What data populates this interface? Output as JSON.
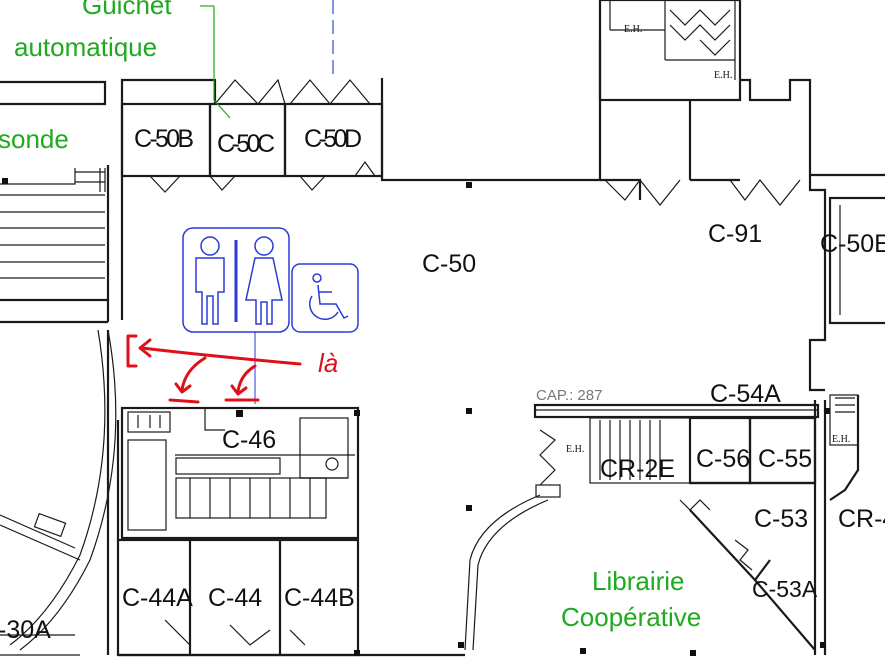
{
  "labels": {
    "guichet": "Guichet",
    "automatique": "automatique",
    "sonde": "sonde",
    "librairie": "Librairie",
    "cooperative": "Coopérative"
  },
  "rooms": {
    "c50b": "C-50B",
    "c50c": "C-50C",
    "c50d": "C-50D",
    "c50": "C-50",
    "c91": "C-91",
    "c50e": "C-50E",
    "c54a": "C-54A",
    "c46": "C-46",
    "cr2e": "CR-2E",
    "c56": "C-56",
    "c55": "C-55",
    "c53": "C-53",
    "cr4": "CR-4",
    "c53a": "C-53A",
    "c44a": "C-44A",
    "c44": "C-44",
    "c44b": "C-44B",
    "c30a": "-30A"
  },
  "capacity": "CAP.: 287",
  "marks": {
    "eh": "E.H."
  },
  "annotation": {
    "text": "là",
    "color": "#e0101a"
  },
  "sign": {
    "icons": [
      "man-icon",
      "woman-icon",
      "wheelchair-icon"
    ],
    "color": "#2b3bd6"
  },
  "colors": {
    "label_green": "#1faa1f",
    "annotation_red": "#e0101a",
    "sign_blue": "#2b3bd6"
  }
}
